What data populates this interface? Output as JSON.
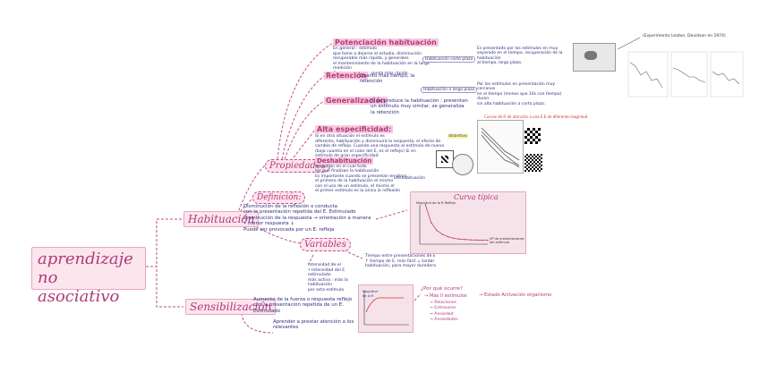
{
  "root": {
    "title": "aprendizaje no asociativo"
  },
  "habituacion": {
    "label": "Habituación",
    "propiedades": "Propiedades",
    "definicion": {
      "label": "Definición:",
      "text": "Disminución de la reflexión o conducta\ncon la presentación repetida del E. Estimulado\nDisminución de la respuesta → orientación a manera\n• menor respuesta ↓\nPuede ser provocada por un E. refleja"
    },
    "variables": {
      "label": "Variables",
      "intensidad": "Intensidad de el\n• Intensidad del E estimulado\nmás activa : más la habituación\npor esta estímulo",
      "tiempo": "Tiempo entre presentaciones de E\n↑ tiempo de E. más fácil = tardar\nhabituación, para mayor duradera"
    },
    "potenciacion": {
      "title": "Potenciación habituación",
      "text": "En general : estímulo\nque tiene a dejarse al estudio, disminución\nrecuperable más rápida, y generales\nel mantenimiento de la habituación en la larga medición\nCada vez menos : sonda más rápido.",
      "pill_short": "Habituación corto plazo",
      "pill_long": "Habituación a largo plazo",
      "short_text": "Es presentado por los estímulos en muy\nseparado en el tiempo, recuperación de la habituación\nal tiempo, largo plazo.",
      "long_text": "Por los estímulos en presentación muy cercanos\nen el tiempo (menos que 10s con tiempo) duran\nsin alta habituación a corto plazo."
    },
    "retencion": {
      "title": "Retención",
      "text": "Cuanto más tiempo, la retención"
    },
    "generalizacion": {
      "title": "Generalización",
      "text": "Si se produce la habituación : presentan\nun estímulo muy similar, se generaliza la retención"
    },
    "especificidad": {
      "title": "Alta especificidad:",
      "text": "Si en otra situación el estímulo es\ndiferente, habituación y disminuirá la respuesta, el efecto de\ncambio de reflejo. Cuando una respuesta al estímulo de nuevo\n(baja cuantía en el color del E, es el reflejo) Si en\nestímulo de gran especificidad",
      "tag": "distintivo"
    },
    "deshabituacion": {
      "title": "Deshabituación",
      "text": "muestran en el cual todo\nlos que finalizan la habituación.\nEs importante cuando se presentan en otros\nel primero de la habituación el mismo\ncon el uso de un estimulo, el mismo el\nel primer estímulo es la única la reflexión",
      "tag": "Deshabituación"
    },
    "curva": {
      "title": "Curva típica",
      "ylabel": "Magnitud de la R Refleja",
      "xlabel": "Nº de presentaciones\ndel estímulo"
    }
  },
  "sensibilizacion": {
    "label": "Sensibilización",
    "text": "Aumento de la fuerza o respuesta reflejo\ncon la presentación repetida de un E. Estimulado",
    "por_que": "¿Por qué ocurre?",
    "mas_ii": "→ Más II estímulos",
    "estado": "→ Estado Activación organismo",
    "list": [
      "→ Relaciones",
      "→ Estresores",
      "→ Ansiedad",
      "→ Ansiedades"
    ],
    "footer": "Aprender a prestar atención a los relevantes",
    "chart": {
      "ylabel": "Magnitud\nde la R"
    }
  },
  "experimento": {
    "label": "(Experimento Leaton, Davidson en 1974)"
  },
  "red_note": {
    "text": "Curvas de R de atención a una E.E de diferente magnitud"
  },
  "chart_data": {
    "type": "line",
    "title": "Curva típica",
    "ylabel": "Magnitud de la R Refleja",
    "xlabel": "Nº de presentaciones del estímulo",
    "x": [
      1,
      2,
      3,
      4,
      5,
      6,
      7,
      8,
      9,
      10,
      11,
      12
    ],
    "values": [
      100,
      55,
      35,
      25,
      19,
      15,
      13,
      12,
      11,
      10.5,
      10,
      10
    ],
    "xlim": [
      0,
      12
    ],
    "ylim": [
      0,
      100
    ]
  },
  "colors": {
    "accent": "#b03a79",
    "pink_bg": "#fde4ee",
    "ink": "#2f2f7d"
  }
}
